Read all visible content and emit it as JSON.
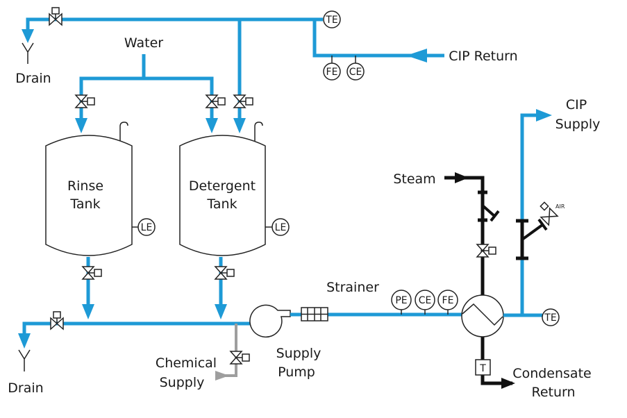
{
  "labels": {
    "water": "Water",
    "drain_top": "Drain",
    "drain_bottom": "Drain",
    "cip_return": "CIP Return",
    "cip_supply": [
      "CIP",
      "Supply"
    ],
    "rinse_tank": [
      "Rinse",
      "Tank"
    ],
    "detergent_tank": [
      "Detergent",
      "Tank"
    ],
    "steam": "Steam",
    "strainer": "Strainer",
    "supply_pump": [
      "Supply",
      "Pump"
    ],
    "chemical_supply": [
      "Chemical",
      "Supply"
    ],
    "condensate_return": [
      "Condensate",
      "Return"
    ],
    "air": "AIR",
    "trap": "T"
  },
  "instruments": {
    "te_top": "TE",
    "fe_return": "FE",
    "ce_return": "CE",
    "le_rinse": "LE",
    "le_detergent": "LE",
    "pe_supply": "PE",
    "ce_supply": "CE",
    "fe_supply": "FE",
    "te_supply": "TE"
  },
  "colors": {
    "cip_line": "#1e9ad6",
    "chemical_line": "#9e9e9e",
    "steam_line": "#111111"
  }
}
